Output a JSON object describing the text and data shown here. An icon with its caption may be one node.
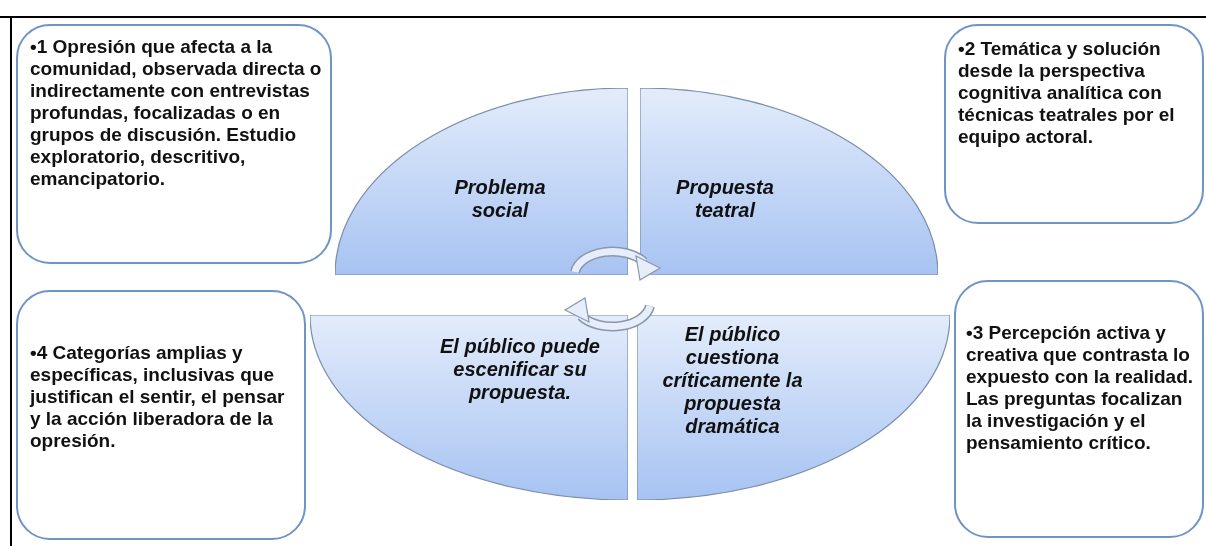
{
  "diagram": {
    "nodes": [
      {
        "text": [
          "•1 Opresión que afecta a la comunidad, observada directa o indirectamente con entrevistas profundas,  focalizadas o en grupos de  discusión. Estudio exploratorio, descritivo, emancipatorio."
        ]
      },
      {
        "text": [
          "Problema social"
        ]
      },
      {
        "text": [
          "Propuesta teatral"
        ]
      },
      {
        "text": [
          "•2 Temática y solución desde la perspectiva cognitiva  analítica con técnicas teatrales por el equipo actoral."
        ]
      },
      {
        "text": [
          "•4 Categorías amplias y específicas, inclusivas que justifican el sentir, el pensar y la acción liberadora de la opresión."
        ]
      },
      {
        "text": [
          "El público puede escenificar su propuesta."
        ]
      },
      {
        "text": [
          "El público cuestiona críticamente la propuesta dramática"
        ]
      },
      {
        "text": [
          "•3 Percepción activa y  creativa que contrasta lo expuesto con la realidad. Las preguntas focalizan la investigación y el pensamiento crítico."
        ]
      }
    ]
  }
}
